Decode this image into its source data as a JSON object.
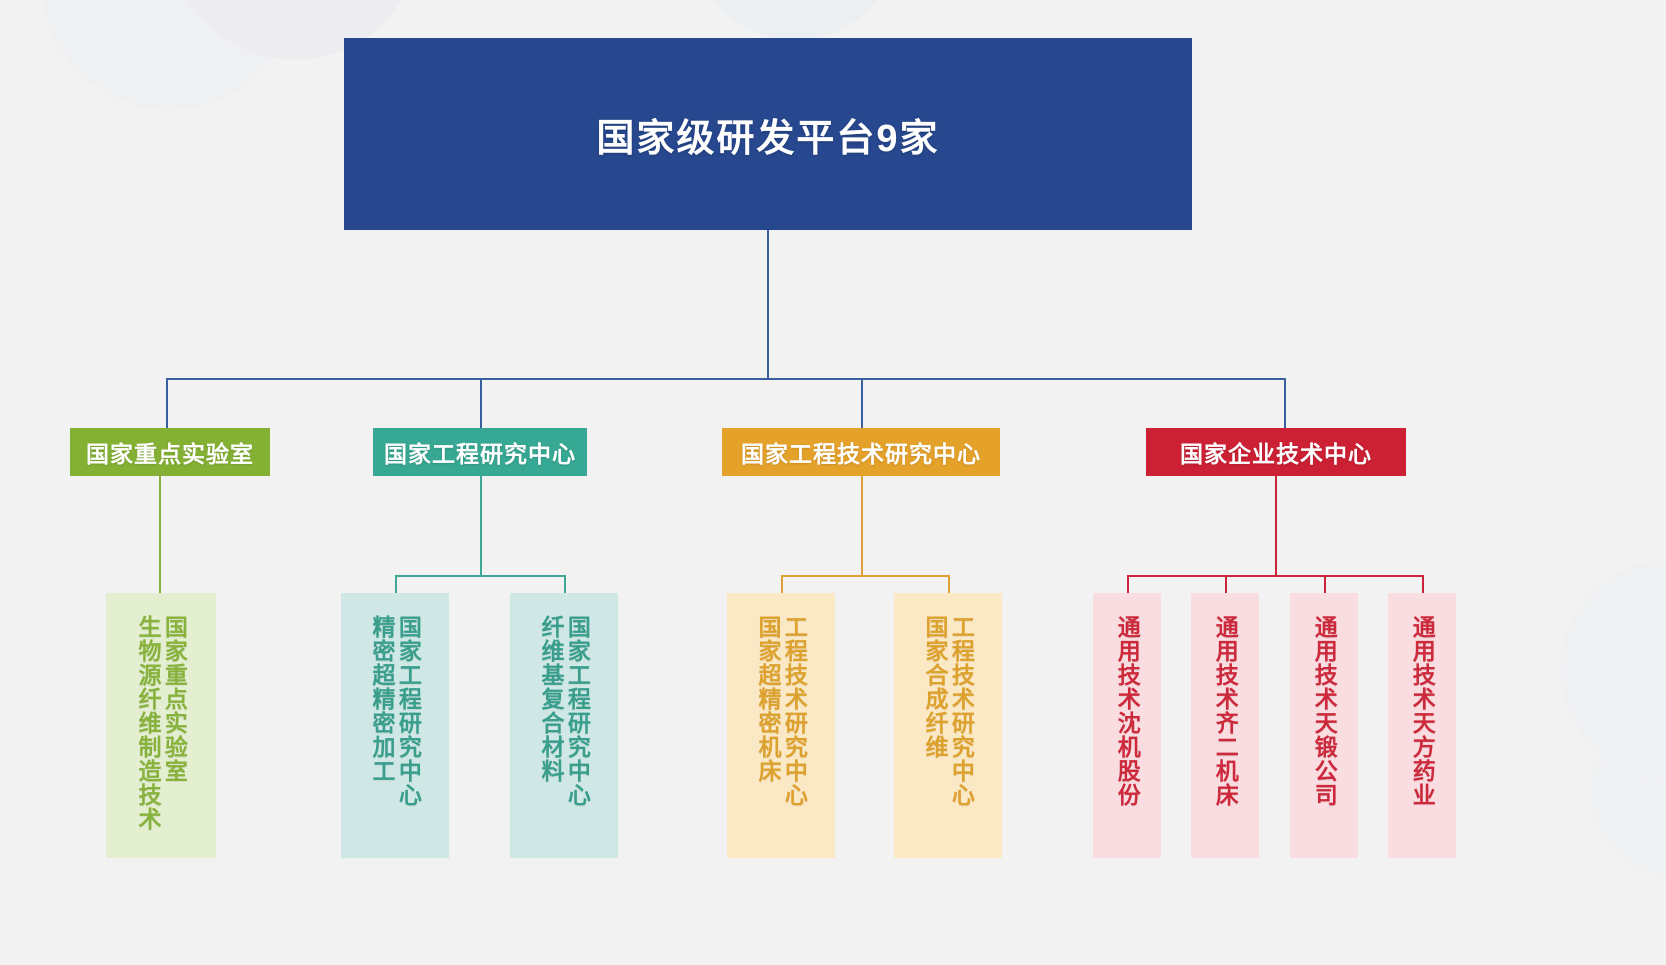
{
  "chart_data": {
    "type": "diagram",
    "title": "国家级研发平台9家",
    "root": {
      "label": "国家级研发平台9家",
      "color": "#27478e",
      "count": 9
    },
    "branches": [
      {
        "label": "国家重点实验室",
        "color": "#84b134",
        "leaf_fill": "#e4efd2",
        "leaf_text_color": "#87b23c",
        "children": [
          {
            "line1": "国家重点实验室",
            "line2": "生物源纤维制造技术"
          }
        ]
      },
      {
        "label": "国家工程研究中心",
        "color": "#37a893",
        "leaf_fill": "#cfe8e5",
        "leaf_text_color": "#3a9e8d",
        "children": [
          {
            "line1": "国家工程研究中心",
            "line2": "精密超精密加工"
          },
          {
            "line1": "国家工程研究中心",
            "line2": "纤维基复合材料"
          }
        ]
      },
      {
        "label": "国家工程技术研究中心",
        "color": "#e5a22a",
        "leaf_fill": "#fbe8c5",
        "leaf_text_color": "#dda12e",
        "children": [
          {
            "line1": "工程技术研究中心",
            "line2": "国家超精密机床"
          },
          {
            "line1": "工程技术研究中心",
            "line2": "国家合成纤维"
          }
        ]
      },
      {
        "label": "国家企业技术中心",
        "color": "#cc2034",
        "leaf_fill": "#fadde1",
        "leaf_text_color": "#cc2a3c",
        "children": [
          {
            "line1": "通用技术沈机股份",
            "line2": ""
          },
          {
            "line1": "通用技术齐二机床",
            "line2": ""
          },
          {
            "line1": "通用技术天锻公司",
            "line2": ""
          },
          {
            "line1": "通用技术天方药业",
            "line2": ""
          }
        ]
      }
    ],
    "connector_colors": {
      "root_bus": "#3a5fa0",
      "green": "#86b23a",
      "teal": "#3fa795",
      "orange": "#e0a035",
      "red": "#cb2338"
    },
    "background": "#f2f2f2"
  }
}
